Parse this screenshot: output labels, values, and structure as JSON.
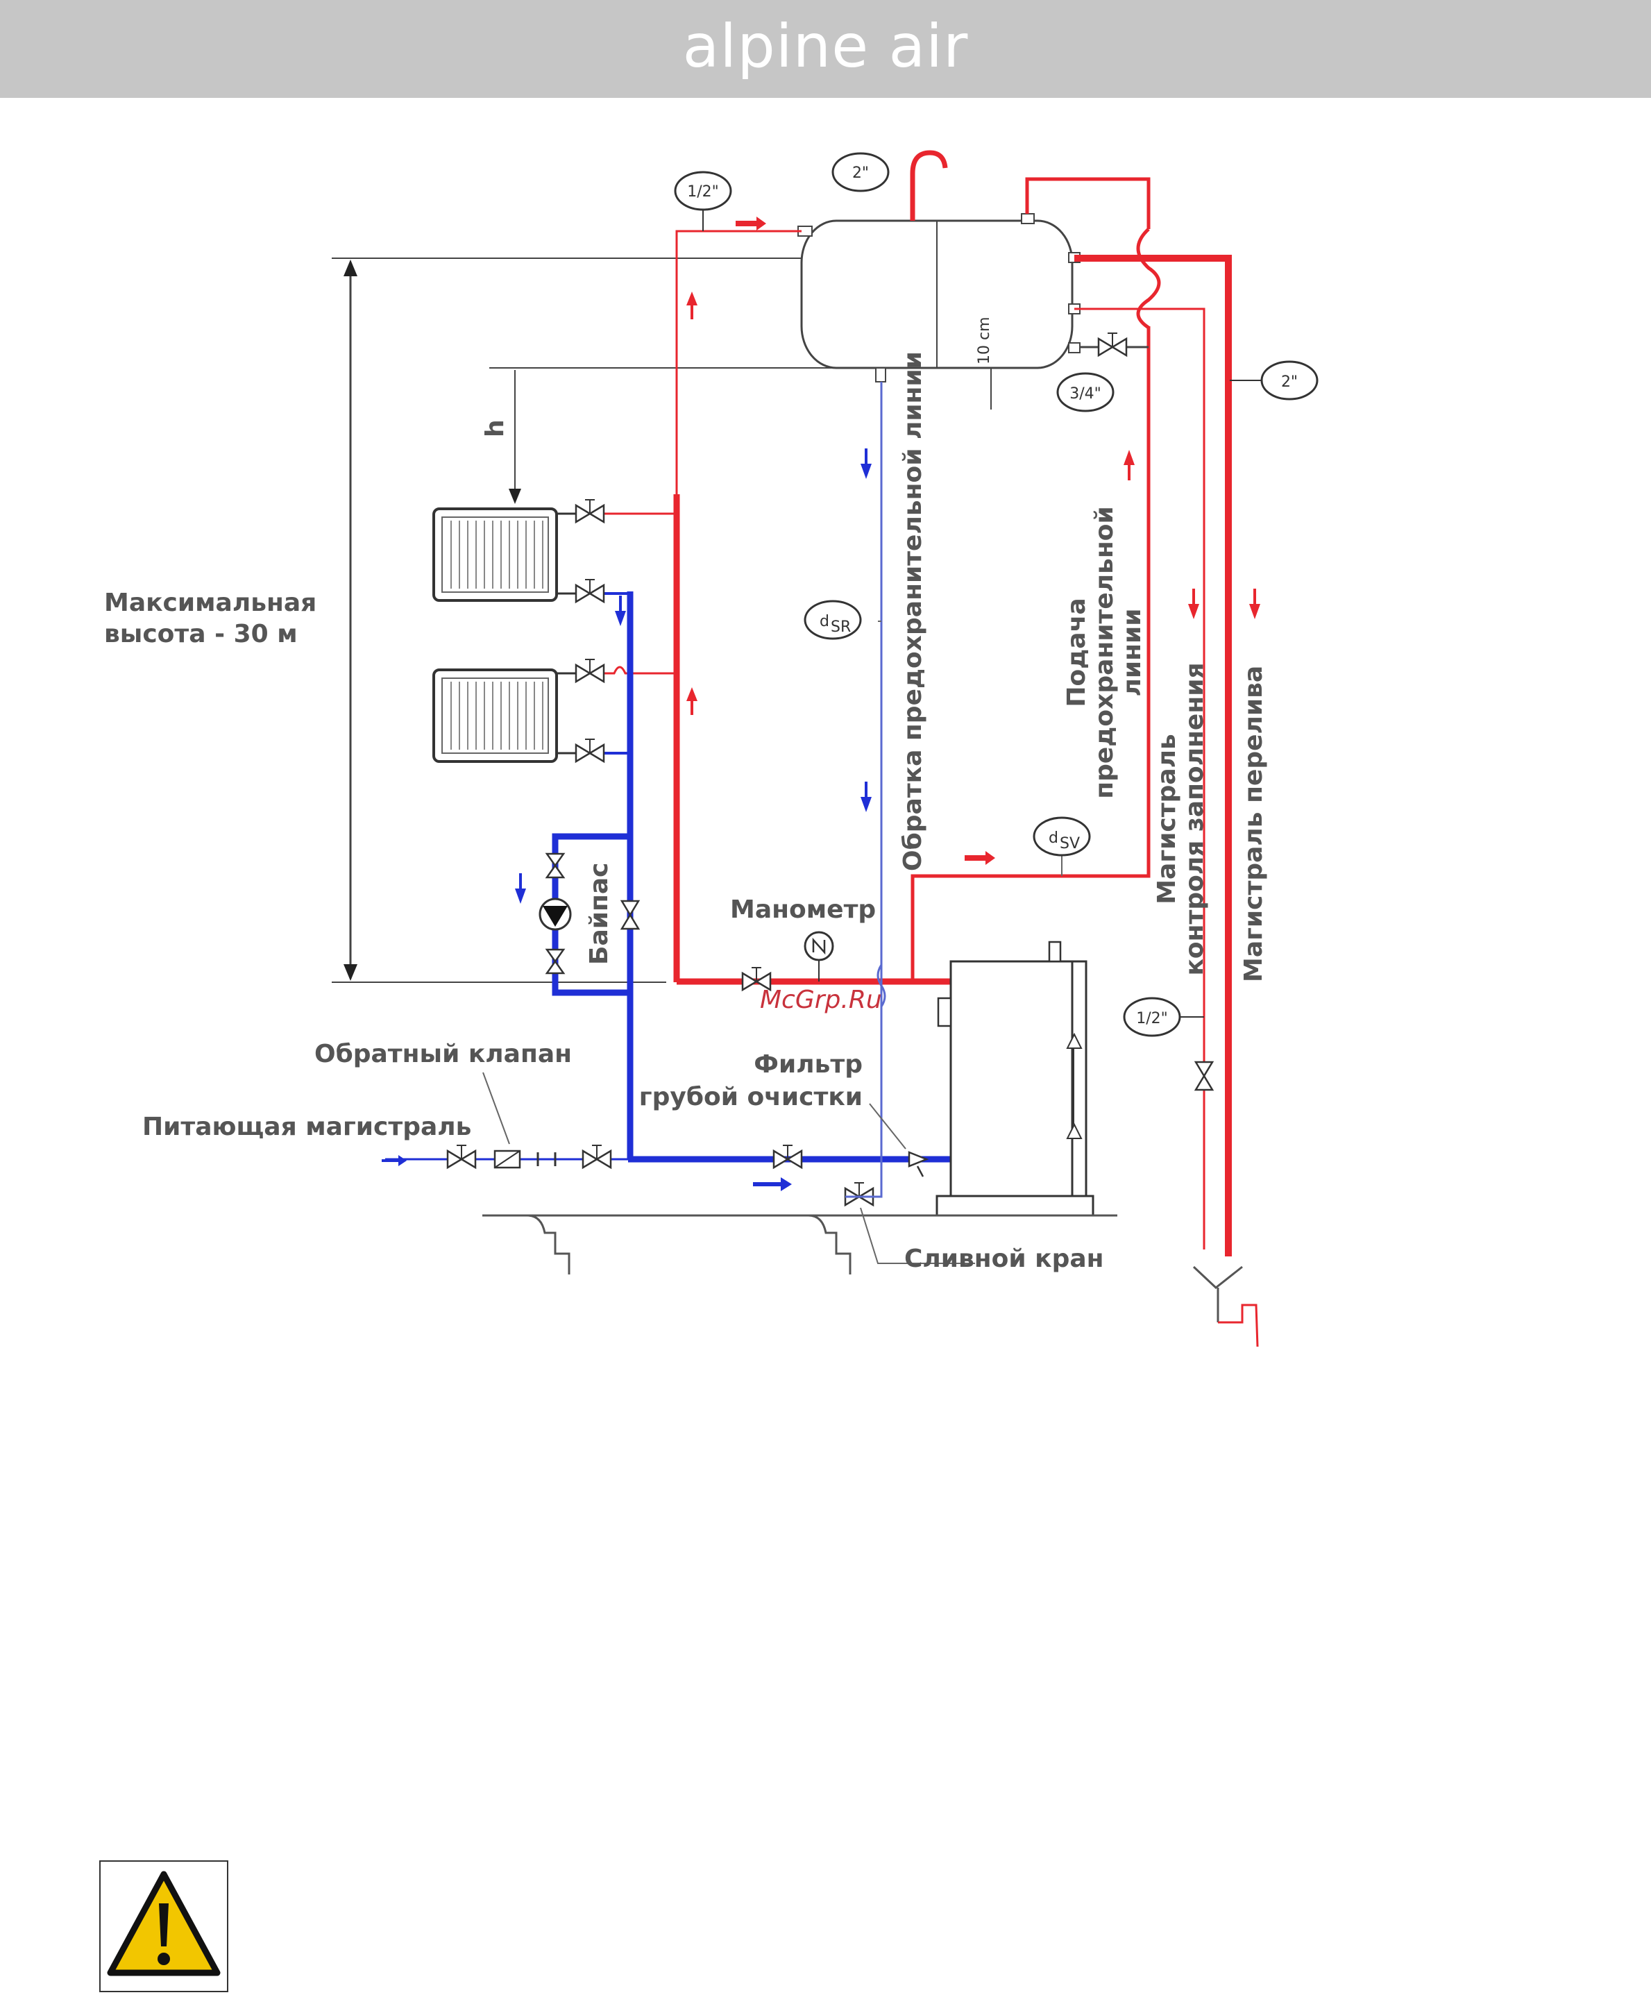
{
  "header": {
    "title": "alpine air"
  },
  "colors": {
    "header_bg": "#c6c6c6",
    "supply": "#e8262e",
    "return": "#1f2fd6",
    "thin_blue": "#5a6ad0",
    "line": "#333333",
    "warning": "#f2c600"
  },
  "diagram": {
    "labels": {
      "max_height": [
        "Максимальная",
        "высота - 30 м"
      ],
      "h": "h",
      "bypass": "Байпас",
      "manometer": "Манометр",
      "check_valve": "Обратный клапан",
      "supply_main": "Питающая магистраль",
      "filter": [
        "Фильтр",
        "грубой очистки"
      ],
      "drain_tap": "Сливной кран",
      "safety_return": "Обратка предохранительной линии",
      "safety_supply": [
        "Подача",
        "предохранительной",
        "линии"
      ],
      "fill_control": [
        "Магистраль",
        "контроля заполнения"
      ],
      "overflow": "Магистраль перелива",
      "ten_cm": "10 cm",
      "d_sr": "d",
      "d_sr_sub": "SR",
      "d_sv": "d",
      "d_sv_sub": "SV"
    },
    "fittings": {
      "top_left": "1/2\"",
      "top_vent": "2\"",
      "tank_side": "3/4\"",
      "overflow_size": "2\"",
      "fill_size": "1/2\""
    }
  },
  "watermark": "McGrp.Ru",
  "warning_icon": "warning-triangle-icon"
}
